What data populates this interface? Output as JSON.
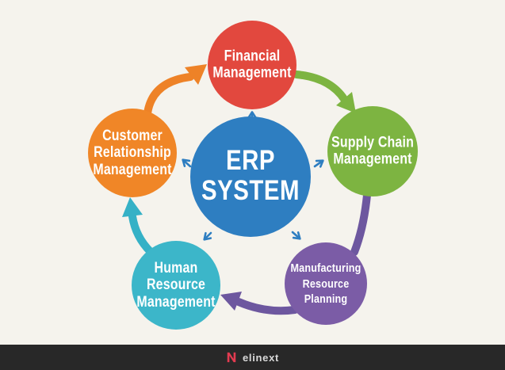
{
  "colors": {
    "background": "#f5f3ed",
    "footer_bar": "#282828",
    "arrow_blue": "#2e7ec1",
    "logo_red": "#e23b50",
    "logo_text_color": "#d9d9d9",
    "label_text": "#ffffff"
  },
  "center": {
    "label": "ERP\nSYSTEM",
    "color": "#2e7ec1"
  },
  "nodes": [
    {
      "id": "financial-management",
      "label": "Financial\nManagement",
      "color": "#e2483e"
    },
    {
      "id": "supply-chain-management",
      "label": "Supply Chain\nManagement",
      "color": "#7db441"
    },
    {
      "id": "manufacturing-resource-planning",
      "label": "Manufacturing\nResource\nPlanning",
      "color": "#7b5ca6"
    },
    {
      "id": "human-resource-management",
      "label": "Human\nResource\nManagement",
      "color": "#3cb6c9"
    },
    {
      "id": "customer-relationship-management",
      "label": "Customer\nRelationship\nManagement",
      "color": "#f08627"
    }
  ],
  "arcs": [
    {
      "id": "crm-to-financial",
      "color": "#ee8227"
    },
    {
      "id": "financial-to-supply-chain",
      "color": "#7db441"
    },
    {
      "id": "supply-chain-to-mrp",
      "color": "#6d579f"
    },
    {
      "id": "mrp-to-hrm",
      "color": "#6d579f"
    },
    {
      "id": "hrm-to-crm",
      "color": "#35b1c6"
    }
  ],
  "footer": {
    "logo_text": "elinext"
  }
}
